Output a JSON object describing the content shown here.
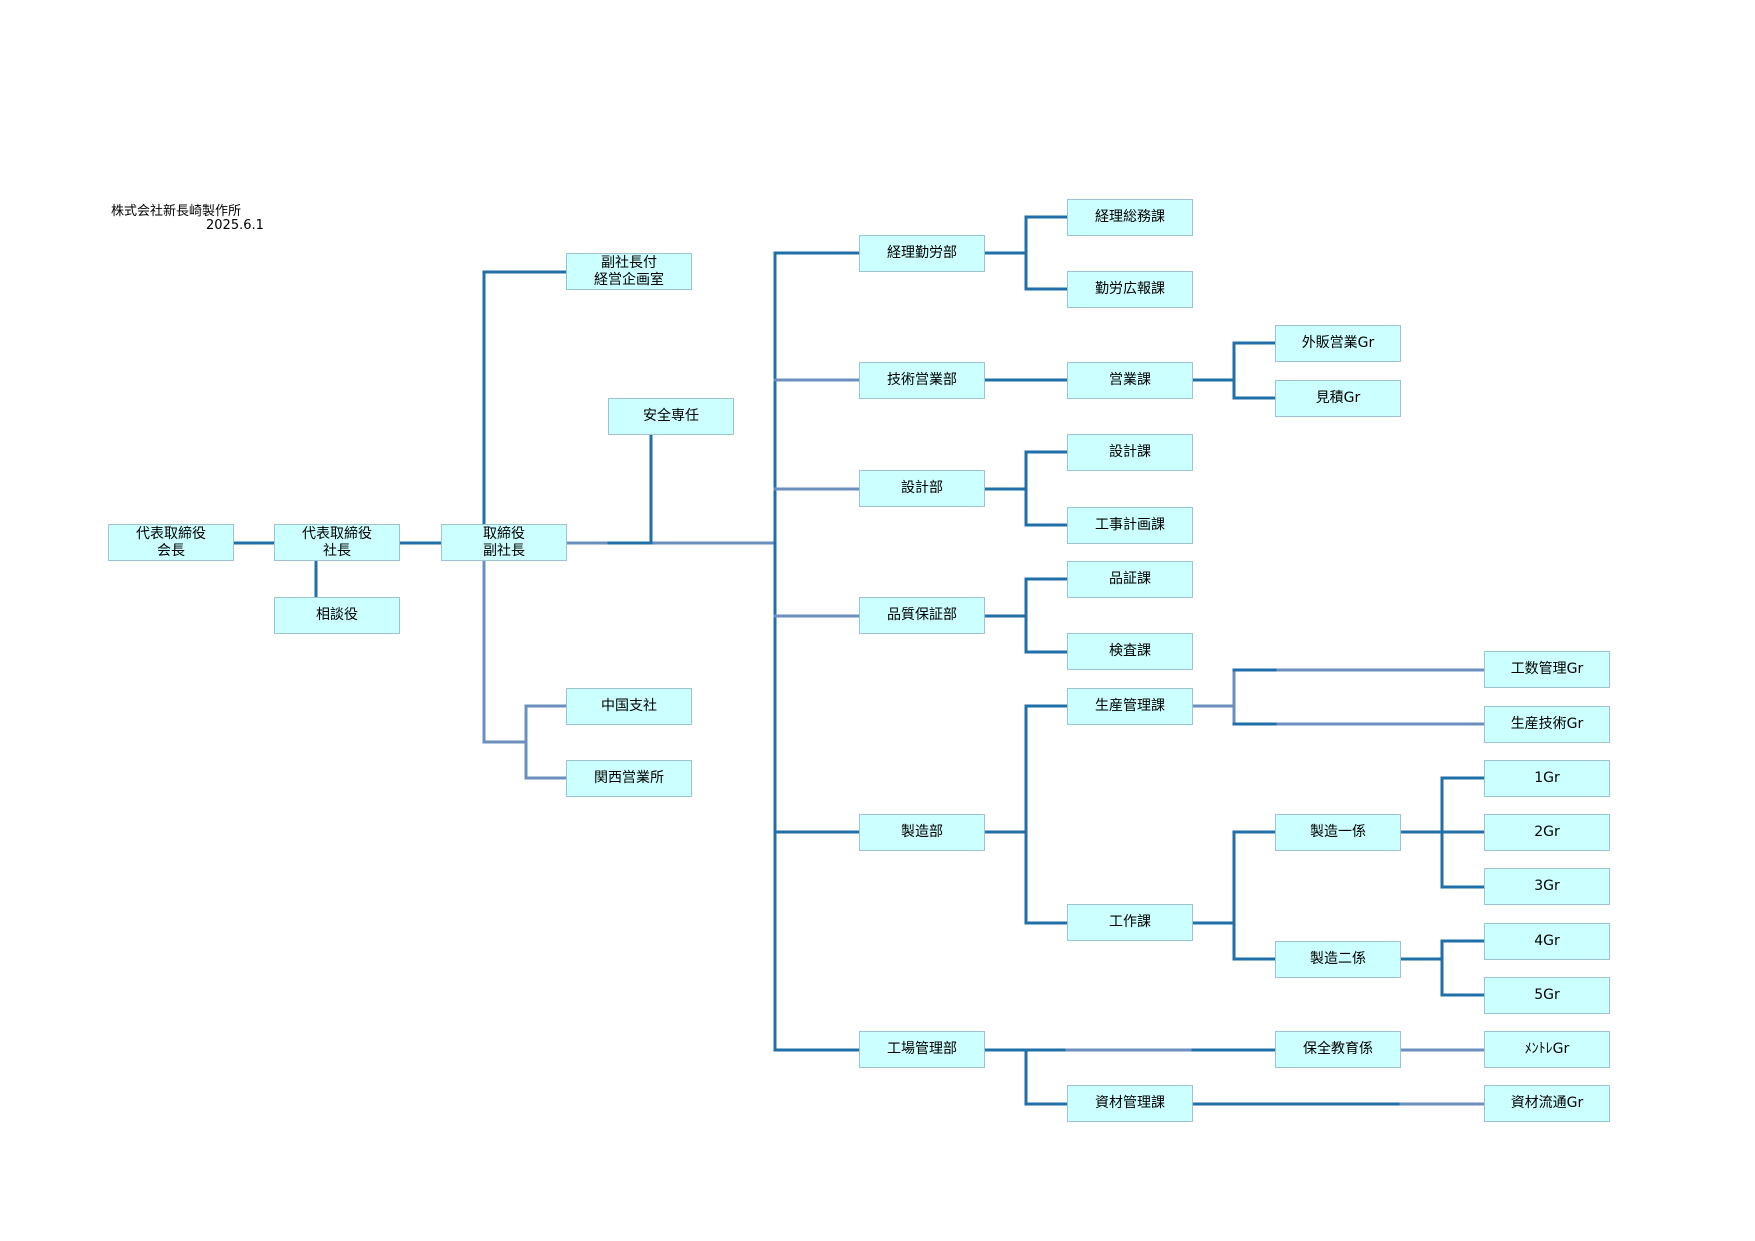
{
  "header": {
    "company": "株式会社新長崎製作所",
    "date": "2025.6.1"
  },
  "colors": {
    "box_fill": "#ccffff",
    "box_border": "#9cc3cf",
    "line_dark": "#1f6fa8",
    "line_light": "#6b8fbf"
  },
  "nodes": {
    "chairman": "代表取締役\n会長",
    "president": "代表取締役\n社長",
    "advisor": "相談役",
    "vice_president": "取締役\n副社長",
    "vp_office": "副社長付\n経営企画室",
    "safety": "安全専任",
    "chugoku": "中国支社",
    "kansai": "関西営業所",
    "admin_dept": "経理勤労部",
    "accounting": "経理総務課",
    "labor_pr": "勤労広報課",
    "tech_sales_dept": "技術営業部",
    "sales_section": "営業課",
    "ext_sales_gr": "外販営業Gr",
    "estimate_gr": "見積Gr",
    "design_dept": "設計部",
    "design_section": "設計課",
    "construction_plan": "工事計画課",
    "qa_dept": "品質保証部",
    "qa_section": "品証課",
    "inspection": "検査課",
    "production_control": "生産管理課",
    "manhour_gr": "工数管理Gr",
    "prod_tech_gr": "生産技術Gr",
    "manufacturing_dept": "製造部",
    "mfg_1": "製造一係",
    "gr1": "1Gr",
    "gr2": "2Gr",
    "gr3": "3Gr",
    "machining": "工作課",
    "mfg_2": "製造二係",
    "gr4": "4Gr",
    "gr5": "5Gr",
    "plant_mgmt_dept": "工場管理部",
    "maintenance_edu": "保全教育係",
    "maint_gr": "ﾒﾝﾄﾚGr",
    "materials": "資材管理課",
    "material_flow_gr": "資材流通Gr"
  }
}
